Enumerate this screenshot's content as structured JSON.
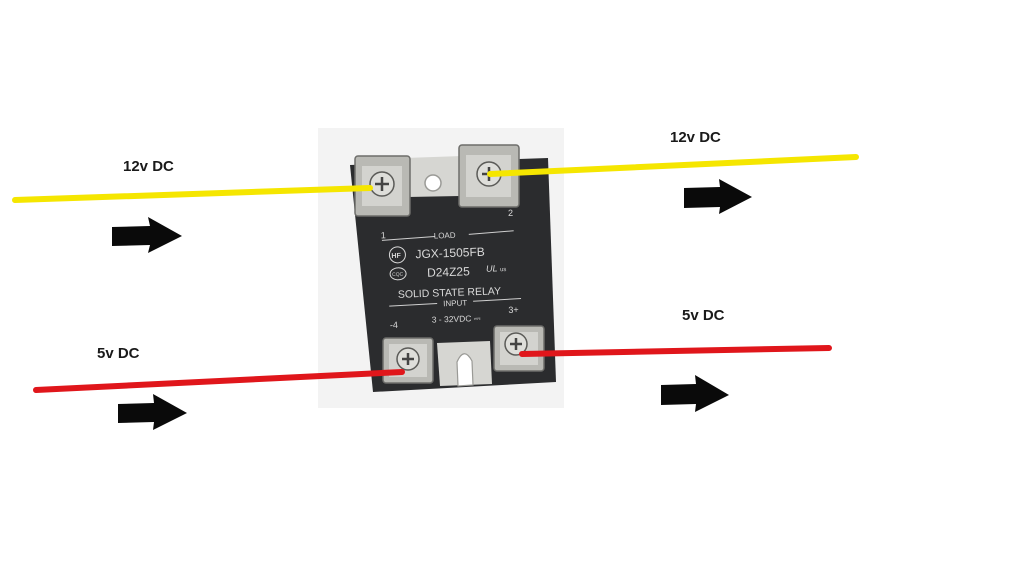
{
  "labels": {
    "top_left": "12v DC",
    "top_right": "12v DC",
    "bottom_left": "5v DC",
    "bottom_right": "5v DC"
  },
  "relay": {
    "load_label": "LOAD",
    "terminal_1": "1",
    "terminal_2": "2",
    "model": "JGX-1505FB",
    "code": "D24Z25",
    "logo_mark": "HF",
    "cqc_mark": "CQC",
    "ul_mark": "UL",
    "us_mark": "us",
    "type": "SOLID STATE RELAY",
    "input_label": "INPUT",
    "terminal_minus": "-4",
    "terminal_plus": "3+",
    "input_range": "3 - 32VDC ⎓"
  },
  "colors": {
    "wire_12v": "#f5e600",
    "wire_5v": "#e0161b",
    "arrow": "#0a0a0a",
    "relay_body": "#2b2c2e",
    "terminal_plate": "#b9b9b4"
  }
}
